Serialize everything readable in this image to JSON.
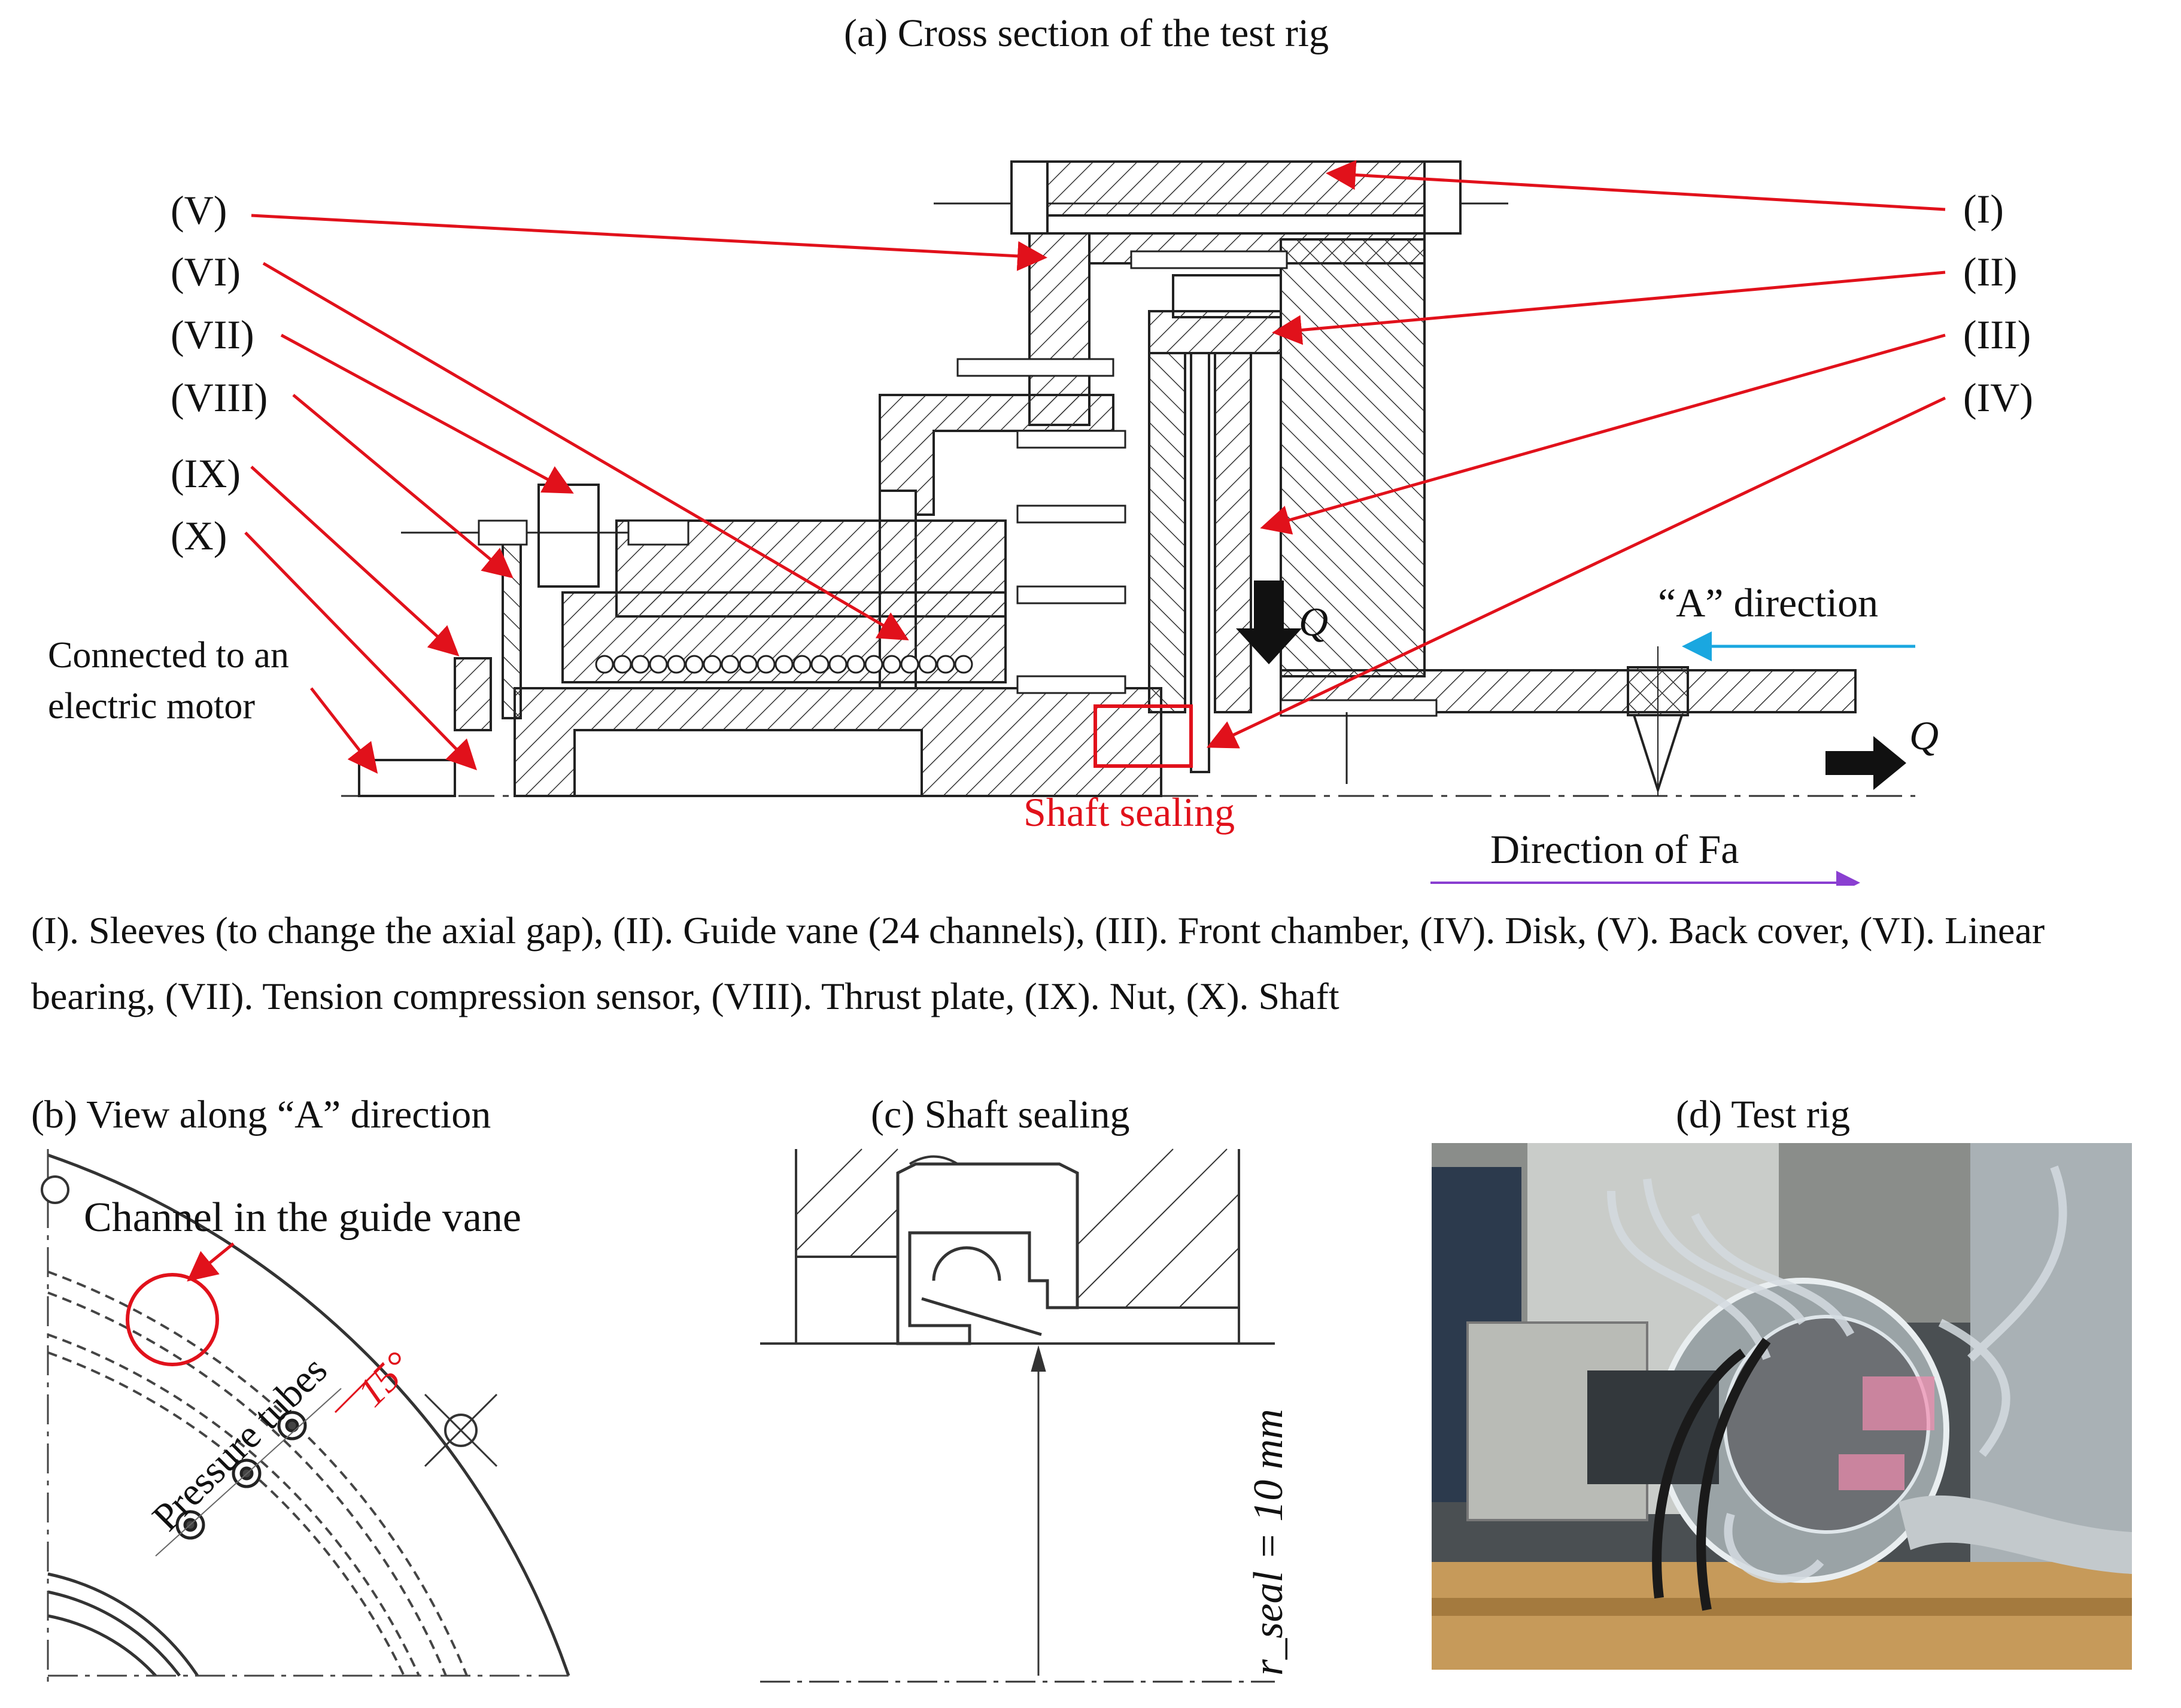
{
  "panel_a": {
    "caption": "(a) Cross section of the test rig",
    "labels_right": [
      "(I)",
      "(II)",
      "(III)",
      "(IV)"
    ],
    "labels_left": [
      "(V)",
      "(VI)",
      "(VII)",
      "(VIII)",
      "(IX)",
      "(X)"
    ],
    "motor_note_line1": "Connected to an",
    "motor_note_line2": "electric motor",
    "flow_label": "Q",
    "direction_a_label": "“A” direction",
    "shaft_sealing_label": "Shaft sealing",
    "fa_label": "Direction of  Fa"
  },
  "legend": "(I). Sleeves (to change the axial gap), (II). Guide vane (24 channels), (III). Front chamber, (IV). Disk, (V). Back cover, (VI). Linear bearing, (VII). Tension compression sensor, (VIII). Thrust plate, (IX). Nut, (X). Shaft",
  "panel_b": {
    "caption": "(b) View along “A” direction",
    "channel_label": "Channel in the guide vane",
    "angle_label": "15°",
    "tubes_label": "Pressure tubes"
  },
  "panel_c": {
    "caption": "(c) Shaft sealing",
    "radius_label": "r_seal = 10 mm"
  },
  "panel_d": {
    "caption": "(d) Test rig"
  },
  "colors": {
    "annotation_red": "#e1111b",
    "direction_a_arrow": "#1aa7e0",
    "fa_arrow": "#8a3fd1",
    "drawing_line": "#222222"
  }
}
